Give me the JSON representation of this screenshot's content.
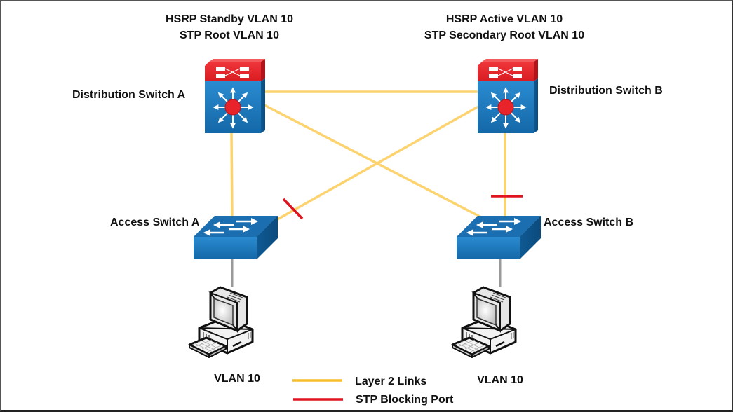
{
  "title_left": {
    "line1": "HSRP Standby VLAN 10",
    "line2": "STP Root VLAN 10"
  },
  "title_right": {
    "line1": "HSRP Active VLAN 10",
    "line2": "STP Secondary Root VLAN 10"
  },
  "devices": {
    "dist_a": {
      "label": "Distribution Switch A",
      "icon": "layer3-switch-icon"
    },
    "dist_b": {
      "label": "Distribution Switch B",
      "icon": "layer3-switch-icon"
    },
    "access_a": {
      "label": "Access Switch A",
      "icon": "layer2-switch-icon"
    },
    "access_b": {
      "label": "Access Switch B",
      "icon": "layer2-switch-icon"
    },
    "pc_a": {
      "label": "VLAN 10",
      "icon": "workstation-icon"
    },
    "pc_b": {
      "label": "VLAN 10",
      "icon": "workstation-icon"
    }
  },
  "links": [
    {
      "from": "Distribution Switch A",
      "to": "Distribution Switch B",
      "type": "layer2"
    },
    {
      "from": "Distribution Switch A",
      "to": "Access Switch A",
      "type": "layer2"
    },
    {
      "from": "Distribution Switch A",
      "to": "Access Switch B",
      "type": "layer2"
    },
    {
      "from": "Distribution Switch B",
      "to": "Access Switch A",
      "type": "layer2",
      "blocked_at": "Access Switch A"
    },
    {
      "from": "Distribution Switch B",
      "to": "Access Switch B",
      "type": "layer2",
      "blocked_at": "Access Switch B"
    },
    {
      "from": "Access Switch A",
      "to": "VLAN 10 host A",
      "type": "access"
    },
    {
      "from": "Access Switch B",
      "to": "VLAN 10 host B",
      "type": "access"
    }
  ],
  "legend": {
    "layer2": "Layer 2 Links",
    "blocking": "STP Blocking Port"
  },
  "colors": {
    "layer2_link": "#fcd36e",
    "legend_layer2": "#f7bd2a",
    "blocking": "#e0141e",
    "switch_blue": "#1d7ec4",
    "switch_red": "#e8232a",
    "access_link": "#9a9a9a"
  }
}
